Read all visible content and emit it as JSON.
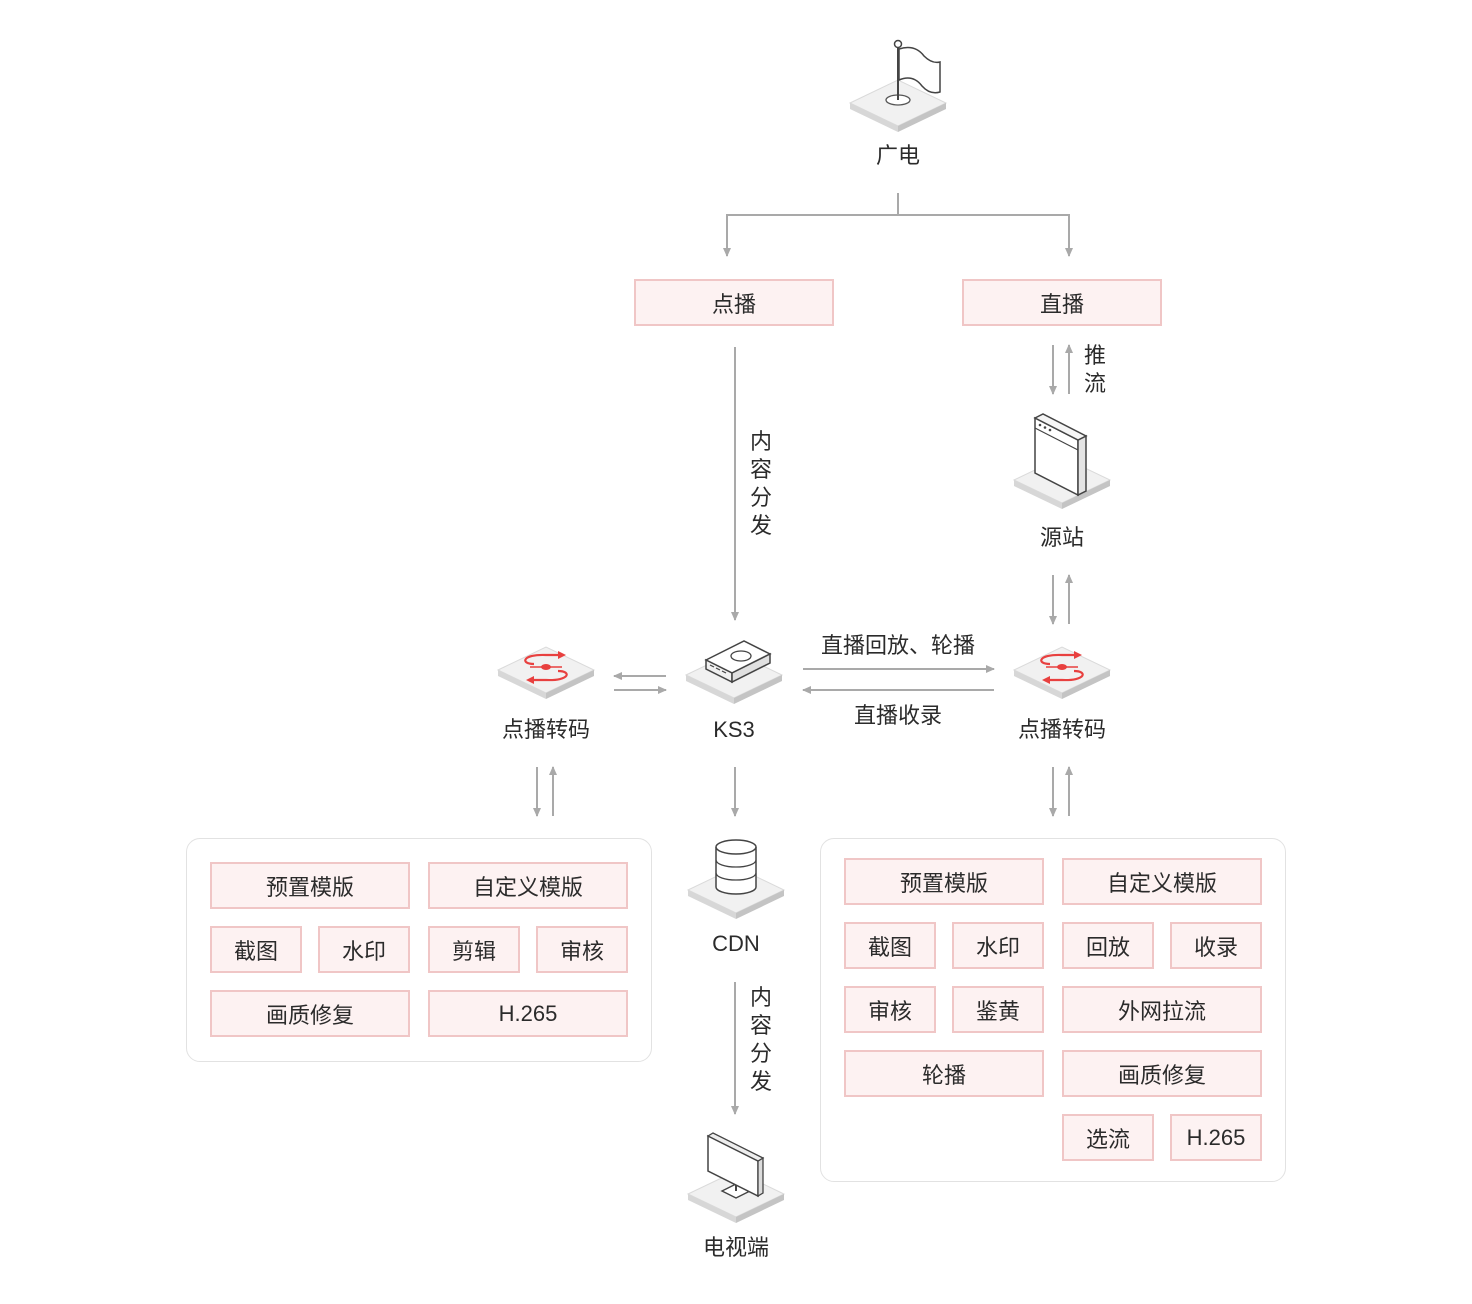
{
  "nodes": {
    "broadcast": "广电",
    "vod": "点播",
    "live": "直播",
    "origin": "源站",
    "ks3": "KS3",
    "transcode_left": "点播转码",
    "transcode_right": "点播转码",
    "cdn": "CDN",
    "tv": "电视端"
  },
  "edges": {
    "push_stream": "推流",
    "content_delivery_1": "内容分发",
    "content_delivery_2": "内容分发",
    "live_playback": "直播回放、轮播",
    "live_record": "直播收录"
  },
  "left_panel": {
    "preset_template": "预置模版",
    "custom_template": "自定义模版",
    "screenshot": "截图",
    "watermark": "水印",
    "clip": "剪辑",
    "review": "审核",
    "quality_repair": "画质修复",
    "h265": "H.265"
  },
  "right_panel": {
    "preset_template": "预置模版",
    "custom_template": "自定义模版",
    "screenshot": "截图",
    "watermark": "水印",
    "playback": "回放",
    "record": "收录",
    "review": "审核",
    "porn_detect": "鉴黄",
    "external_pull": "外网拉流",
    "carousel": "轮播",
    "quality_repair": "画质修复",
    "stream_select": "选流",
    "h265": "H.265"
  },
  "colors": {
    "box_fill": "#fdf2f2",
    "box_border": "#f0c6c6",
    "line": "#a9a9a9",
    "accent": "#e8403f"
  }
}
